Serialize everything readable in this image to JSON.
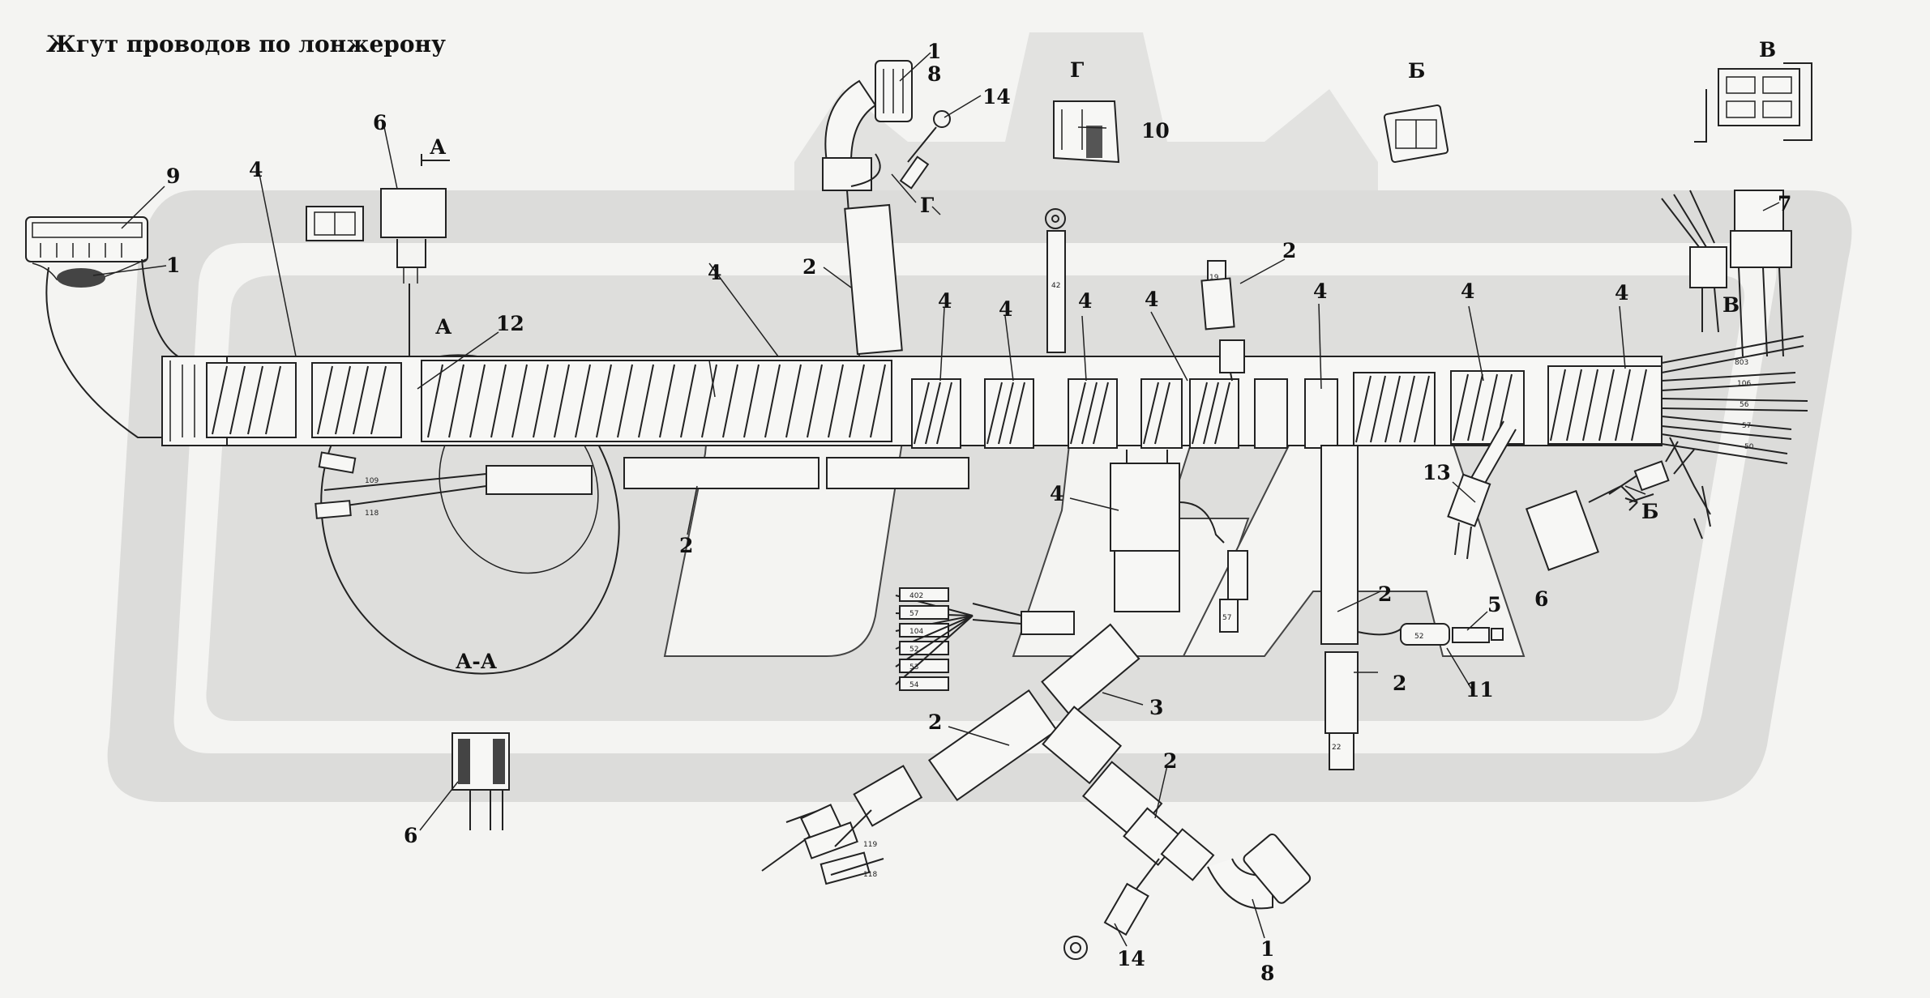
{
  "title": "Жгут проводов по лонжерону",
  "labels": {
    "n1_left": "1",
    "n9": "9",
    "n4_a": "4",
    "n6_top": "6",
    "section_a_top": "А",
    "section_a_mid": "А",
    "n12": "12",
    "n4_b": "4",
    "n2_left_top": "2",
    "n1_top": "1",
    "n8_top": "8",
    "n14_top": "14",
    "g_mark": "Г",
    "g_view": "Г",
    "n10": "10",
    "b_view": "Б",
    "v_view": "В",
    "n7": "7",
    "v_mark": "В",
    "n2_mid_top": "2",
    "n4_c": "4",
    "n4_d": "4",
    "n4_e": "4",
    "n4_f": "4",
    "n4_g": "4",
    "n4_h": "4",
    "n4_i": "4",
    "n4_center": "4",
    "n2_lower_left": "2",
    "section_aa": "А-А",
    "n13": "13",
    "b_mark": "Б",
    "n6_right": "6",
    "n2_right_a": "2",
    "n5": "5",
    "n11": "11",
    "n2_right_b": "2",
    "n3": "3",
    "n2_bottom_a": "2",
    "n2_bottom_b": "2",
    "n6_bottom": "6",
    "n14_bottom": "14",
    "n1_bottom": "1",
    "n8_bottom": "8"
  },
  "wire_marks": {
    "w1": "109",
    "w2": "118",
    "w3": "402",
    "w4": "57",
    "w5": "104",
    "w6": "52",
    "w7": "53",
    "w8": "54",
    "w9": "57",
    "w10": "19",
    "w11": "52",
    "w12": "803",
    "w13": "106",
    "w14": "56",
    "w15": "22",
    "w16": "57",
    "w17": "50",
    "w18": "119",
    "w19": "118",
    "w20": "42"
  }
}
